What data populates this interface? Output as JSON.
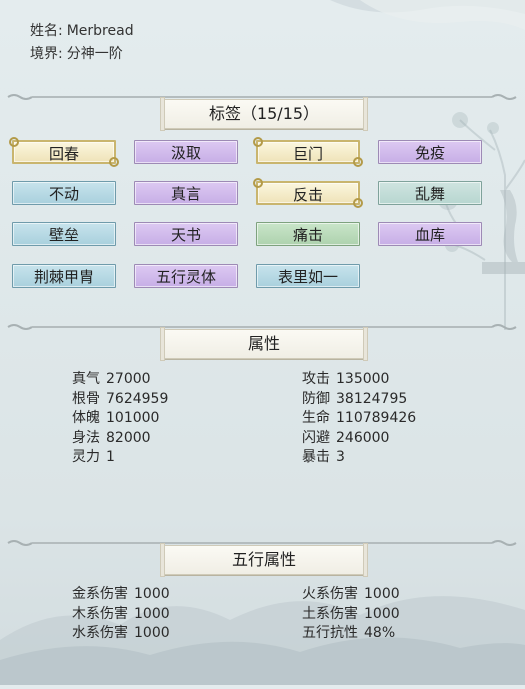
{
  "header": {
    "name_label": "姓名:",
    "name_value": "Merbread",
    "realm_label": "境界:",
    "realm_value": "分神一阶"
  },
  "tags_section": {
    "title": "标签（15/15）",
    "tags": [
      {
        "label": "回春",
        "style": "gold"
      },
      {
        "label": "汲取",
        "style": "purple"
      },
      {
        "label": "巨门",
        "style": "gold"
      },
      {
        "label": "免疫",
        "style": "purple"
      },
      {
        "label": "不动",
        "style": "blue"
      },
      {
        "label": "真言",
        "style": "purple"
      },
      {
        "label": "反击",
        "style": "gold"
      },
      {
        "label": "乱舞",
        "style": "teal"
      },
      {
        "label": "壁垒",
        "style": "blue"
      },
      {
        "label": "天书",
        "style": "purple"
      },
      {
        "label": "痛击",
        "style": "green"
      },
      {
        "label": "血库",
        "style": "purple"
      },
      {
        "label": "荆棘甲胄",
        "style": "blue"
      },
      {
        "label": "五行灵体",
        "style": "purple"
      },
      {
        "label": "表里如一",
        "style": "blue"
      }
    ]
  },
  "attributes_section": {
    "title": "属性",
    "left": [
      {
        "key": "真气",
        "value": "27000"
      },
      {
        "key": "根骨",
        "value": "7624959"
      },
      {
        "key": "体魄",
        "value": "101000"
      },
      {
        "key": "身法",
        "value": "82000"
      },
      {
        "key": "灵力",
        "value": "1"
      }
    ],
    "right": [
      {
        "key": "攻击",
        "value": "135000"
      },
      {
        "key": "防御",
        "value": "38124795"
      },
      {
        "key": "生命",
        "value": "110789426"
      },
      {
        "key": "闪避",
        "value": "246000"
      },
      {
        "key": "暴击",
        "value": "3"
      }
    ]
  },
  "elements_section": {
    "title": "五行属性",
    "left": [
      {
        "key": "金系伤害",
        "value": "1000"
      },
      {
        "key": "木系伤害",
        "value": "1000"
      },
      {
        "key": "水系伤害",
        "value": "1000"
      }
    ],
    "right": [
      {
        "key": "火系伤害",
        "value": "1000"
      },
      {
        "key": "土系伤害",
        "value": "1000"
      },
      {
        "key": "五行抗性",
        "value": "48%"
      }
    ]
  },
  "colors": {
    "gold": "#efe3b8",
    "purple": "#c7aee6",
    "blue": "#a9d0dd",
    "green": "#aed2ae",
    "teal": "#b7d6d0"
  }
}
